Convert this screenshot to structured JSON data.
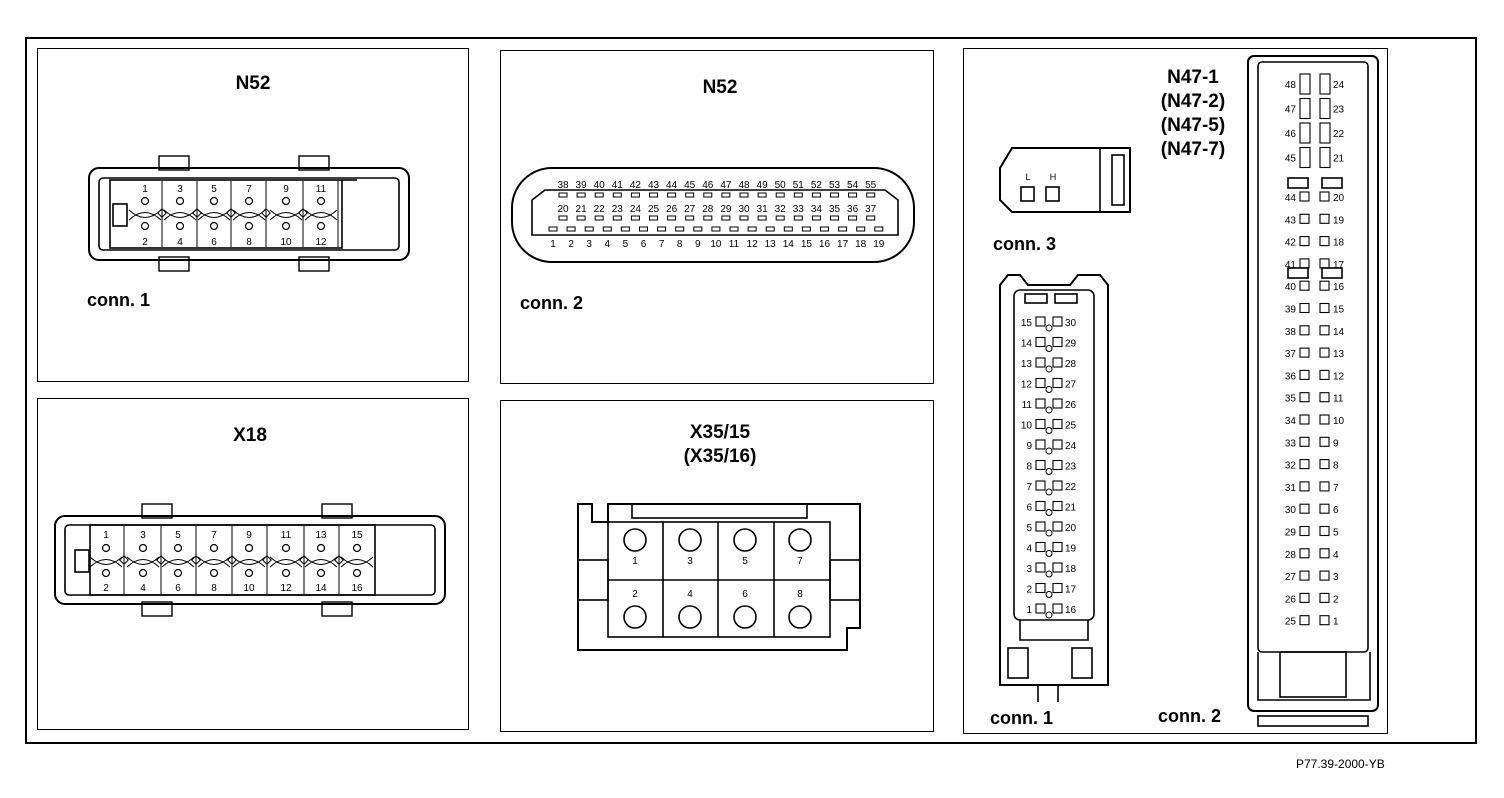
{
  "panels": {
    "n52_conn1": {
      "title": "N52",
      "label": "conn. 1",
      "top_pins": [
        "1",
        "3",
        "5",
        "7",
        "9",
        "11"
      ],
      "bottom_pins": [
        "2",
        "4",
        "6",
        "8",
        "10",
        "12"
      ]
    },
    "n52_conn2": {
      "title": "N52",
      "label": "conn. 2",
      "row1": [
        "38",
        "39",
        "40",
        "41",
        "42",
        "43",
        "44",
        "45",
        "46",
        "47",
        "48",
        "49",
        "50",
        "51",
        "52",
        "53",
        "54",
        "55"
      ],
      "row2": [
        "20",
        "21",
        "22",
        "23",
        "24",
        "25",
        "26",
        "27",
        "28",
        "29",
        "30",
        "31",
        "32",
        "33",
        "34",
        "35",
        "36",
        "37"
      ],
      "row3": [
        "1",
        "2",
        "3",
        "4",
        "5",
        "6",
        "7",
        "8",
        "9",
        "10",
        "11",
        "12",
        "13",
        "14",
        "15",
        "16",
        "17",
        "18",
        "19"
      ]
    },
    "x18": {
      "title": "X18",
      "top_pins": [
        "1",
        "3",
        "5",
        "7",
        "9",
        "11",
        "13",
        "15"
      ],
      "bottom_pins": [
        "2",
        "4",
        "6",
        "8",
        "10",
        "12",
        "14",
        "16"
      ]
    },
    "x35": {
      "title_line1": "X35/15",
      "title_line2": "(X35/16)",
      "top_pins": [
        "1",
        "3",
        "5",
        "7"
      ],
      "bottom_pins": [
        "2",
        "4",
        "6",
        "8"
      ]
    },
    "n47": {
      "title_lines": [
        "N47-1",
        "(N47-2)",
        "(N47-5)",
        "(N47-7)"
      ],
      "conn3_label": "conn. 3",
      "conn3_pins": [
        "L",
        "H"
      ],
      "conn1_label": "conn. 1",
      "conn1_left": [
        "15",
        "14",
        "13",
        "12",
        "11",
        "10",
        "9",
        "8",
        "7",
        "6",
        "5",
        "4",
        "3",
        "2",
        "1"
      ],
      "conn1_right": [
        "30",
        "29",
        "28",
        "27",
        "26",
        "25",
        "24",
        "23",
        "22",
        "21",
        "20",
        "19",
        "18",
        "17",
        "16"
      ],
      "conn2_label": "conn. 2",
      "conn2_top_left": [
        "48",
        "47",
        "46",
        "45"
      ],
      "conn2_top_right": [
        "24",
        "23",
        "22",
        "21"
      ],
      "conn2_left": [
        "44",
        "43",
        "42",
        "41",
        "40",
        "39",
        "38",
        "37",
        "36",
        "35",
        "34",
        "33",
        "32",
        "31",
        "30",
        "29",
        "28",
        "27",
        "26",
        "25"
      ],
      "conn2_right": [
        "20",
        "19",
        "18",
        "17",
        "16",
        "15",
        "14",
        "13",
        "12",
        "11",
        "10",
        "9",
        "8",
        "7",
        "6",
        "5",
        "4",
        "3",
        "2",
        "1"
      ]
    }
  },
  "figure_ref": "P77.39-2000-YB"
}
